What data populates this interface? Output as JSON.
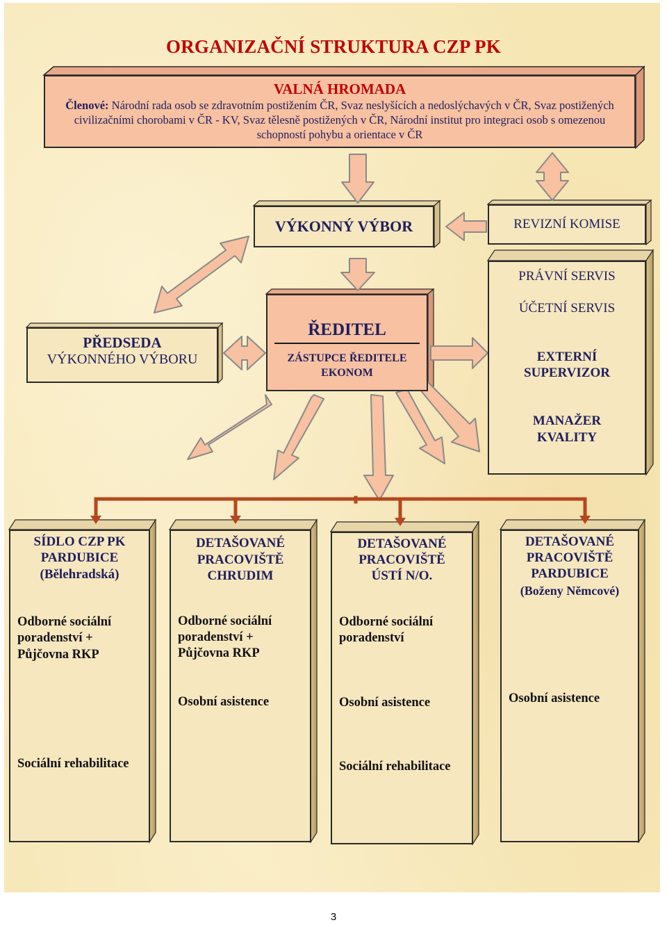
{
  "title": "ORGANIZAČNÍ STRUKTURA CZP PK",
  "valna_hromada": {
    "heading": "VALNÁ HROMADA",
    "members_label": "Členové:",
    "members_text": "Národní rada osob se zdravotním postižením ČR, Svaz neslyšících a nedoslýchavých v ČR, Svaz postižených civilizačními chorobami  v ČR - KV, Svaz tělesně postižených v ČR, Národní institut pro integraci osob s omezenou schopností pohybu a orientace v ČR"
  },
  "vykonny_vybor": "VÝKONNÝ VÝBOR",
  "revizni_komise": "REVIZNÍ KOMISE",
  "predseda": {
    "line1": "PŘEDSEDA",
    "line2": "VÝKONNÉHO VÝBORU"
  },
  "reditel": {
    "heading": "ŘEDITEL",
    "sub1": "ZÁSTUPCE ŘEDITELE",
    "sub2": "EKONOM"
  },
  "services": {
    "pravni": "PRÁVNÍ SERVIS",
    "ucetni": "ÚČETNÍ SERVIS",
    "supervizor1": "EXTERNÍ",
    "supervizor2": "SUPERVIZOR",
    "manazer1": "MANAŽER",
    "manazer2": "KVALITY"
  },
  "branches": [
    {
      "h1": "SÍDLO  CZP PK",
      "h2": "PARDUBICE",
      "h3": "(Bělehradská)",
      "h4": "",
      "s1a": "Odborné sociální",
      "s1b": "poradenství +",
      "s1c": "Půjčovna RKP",
      "s2": "",
      "s3": "Sociální rehabilitace"
    },
    {
      "h1": "DETAŠOVANÉ",
      "h2": "PRACOVIŠTĚ",
      "h3": "CHRUDIM",
      "h4": "",
      "s1a": "Odborné sociální",
      "s1b": "poradenství +",
      "s1c": "Půjčovna RKP",
      "s2": "Osobní asistence",
      "s3": ""
    },
    {
      "h1": "DETAŠOVANÉ",
      "h2": "PRACOVIŠTĚ",
      "h3": "ÚSTÍ N/O.",
      "h4": "",
      "s1a": "Odborné sociální",
      "s1b": "poradenství",
      "s1c": "",
      "s2": "Osobní asistence",
      "s3": "Sociální rehabilitace"
    },
    {
      "h1": "DETAŠOVANÉ",
      "h2": "PRACOVIŠTĚ",
      "h3": "PARDUBICE",
      "h4": "(Boženy Němcové)",
      "s1a": "",
      "s1b": "",
      "s1c": "",
      "s2": "Osobní asistence",
      "s3": ""
    }
  ],
  "page_number": "3",
  "colors": {
    "background": "#f6e6b4",
    "salmon_box": "#f7c1a2",
    "arrow_fill": "#f7c1a2",
    "title_red": "#c00000",
    "text_navy": "#1f1f5c",
    "connector": "#b5471f"
  }
}
